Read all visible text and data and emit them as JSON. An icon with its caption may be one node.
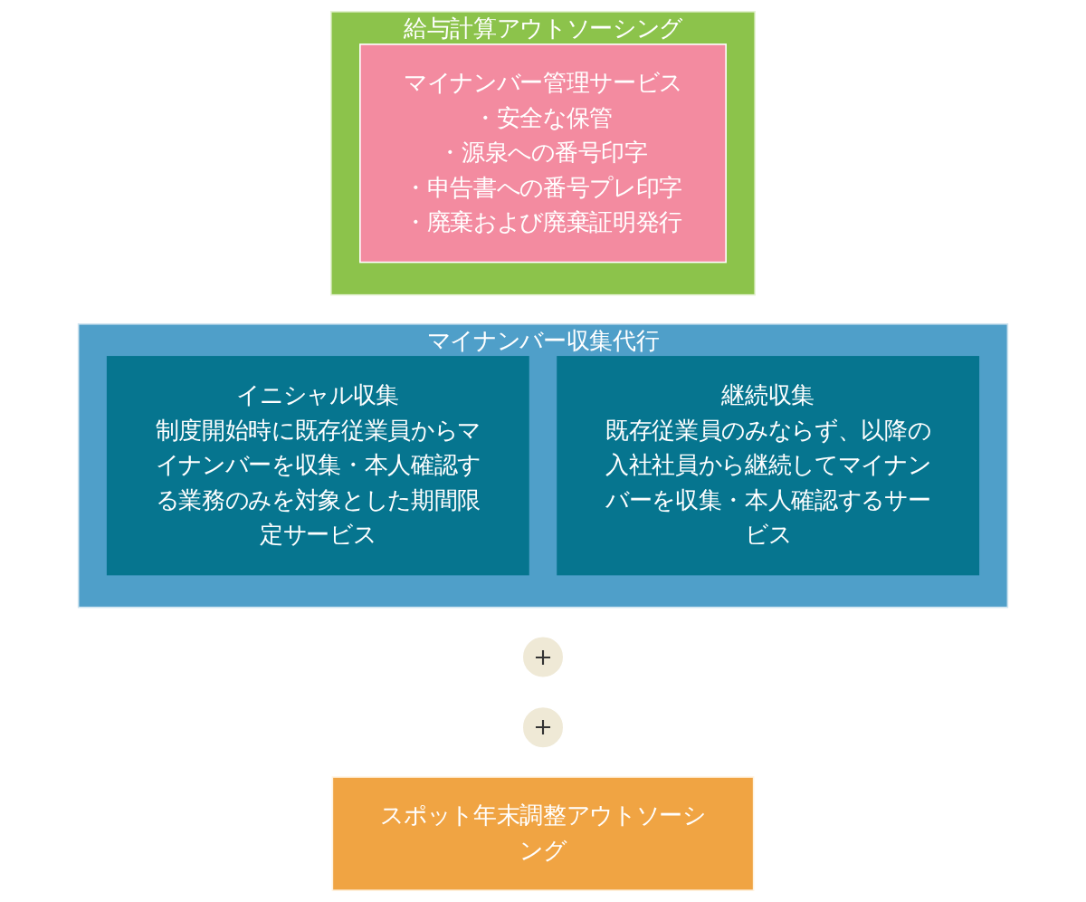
{
  "diagram": {
    "nodes": [
      {
        "text": [
          "マイナンバー収集代行"
        ]
      },
      {
        "text": [
          "イニシャル収集",
          "制度開始時に既存従業員からマイナンバーを収集・本人確認する業務のみを対象とした期間限定サービス"
        ],
        "in": 0
      },
      {
        "text": [
          "継続収集",
          "既存従業員のみならず、以降の入社社員から継続してマイナンバーを収集・本人確認するサービス"
        ],
        "in": 0
      },
      {
        "text": [
          "+"
        ]
      },
      {
        "text": [
          "+"
        ]
      },
      {
        "text": [
          "給与計算アウトソーシング"
        ]
      },
      {
        "text": [
          "マイナンバー管理サービス",
          "・安全な保管",
          "・源泉への番号印字",
          "・申告書への番号プレ印字",
          "・廃棄および廃棄証明発行"
        ],
        "in": 5
      },
      {
        "text": [
          "スポット年末調整アウトソーシング"
        ]
      }
    ],
    "edges": []
  }
}
